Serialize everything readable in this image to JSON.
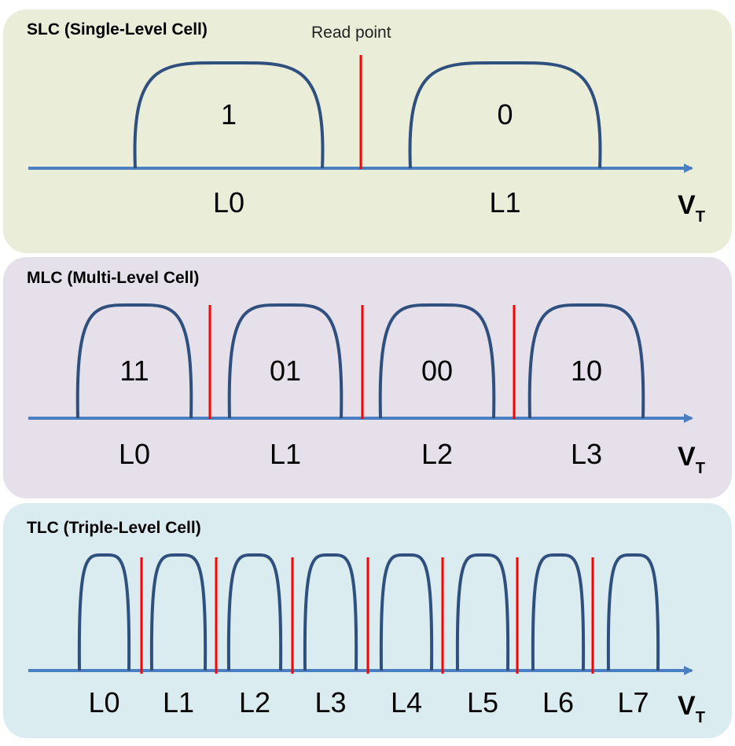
{
  "slc": {
    "title": "SLC (Single-Level Cell)",
    "read_point_label": "Read point",
    "states": [
      {
        "bits": "1",
        "level": "L0"
      },
      {
        "bits": "0",
        "level": "L1"
      }
    ],
    "axis_label": "V",
    "axis_subscript": "T"
  },
  "mlc": {
    "title": "MLC (Multi-Level Cell)",
    "states": [
      {
        "bits": "11",
        "level": "L0"
      },
      {
        "bits": "01",
        "level": "L1"
      },
      {
        "bits": "00",
        "level": "L2"
      },
      {
        "bits": "10",
        "level": "L3"
      }
    ],
    "axis_label": "V",
    "axis_subscript": "T"
  },
  "tlc": {
    "title": "TLC (Triple-Level Cell)",
    "states": [
      {
        "level": "L0"
      },
      {
        "level": "L1"
      },
      {
        "level": "L2"
      },
      {
        "level": "L3"
      },
      {
        "level": "L4"
      },
      {
        "level": "L5"
      },
      {
        "level": "L6"
      },
      {
        "level": "L7"
      }
    ],
    "axis_label": "V",
    "axis_subscript": "T"
  },
  "colors": {
    "axis": "#4a7fc1",
    "curve": "#2f4f7f",
    "read_line": "#ff0000"
  }
}
